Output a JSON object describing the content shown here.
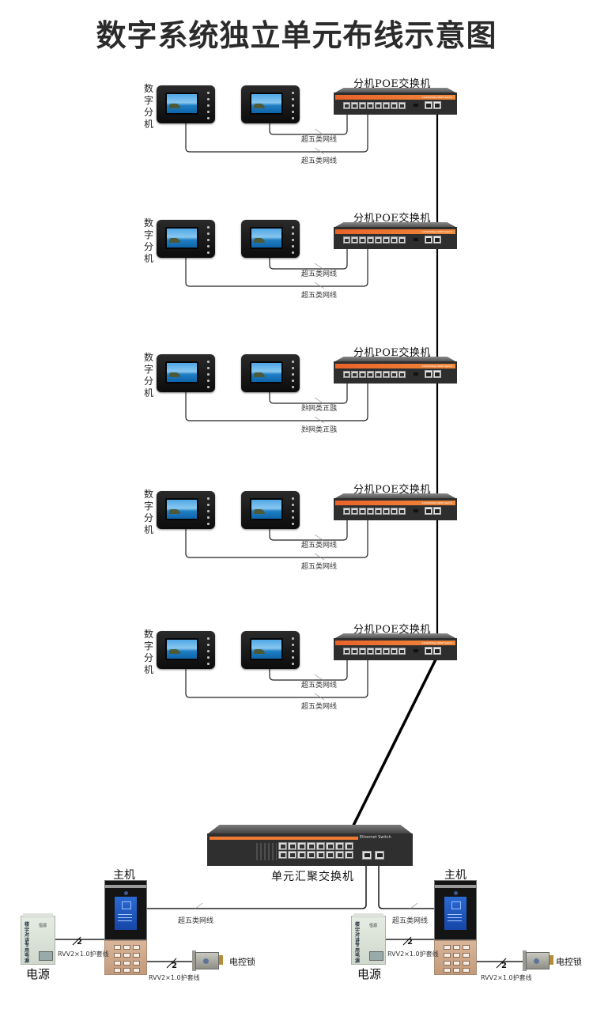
{
  "title": "数字系统独立单元布线示意图",
  "floors": [
    {
      "device_label": "数字分机",
      "switch_label": "分机POE交换机",
      "switch_brand": "10/100Mbps SPOE Switch",
      "cable_labels": [
        "超五类网线",
        "超五类网线"
      ],
      "mirrored_labels": false
    },
    {
      "device_label": "数字分机",
      "switch_label": "分机POE交换机",
      "switch_brand": "10/100Mbps SPOE Switch",
      "cable_labels": [
        "超五类网线",
        "超五类网线"
      ],
      "mirrored_labels": false
    },
    {
      "device_label": "数字分机",
      "switch_label": "分机POE交换机",
      "switch_brand": "10/100Mbps SPOE Switch",
      "cable_labels": [
        "超五类网线",
        "超五类网线"
      ],
      "mirrored_labels": true
    },
    {
      "device_label": "数字分机",
      "switch_label": "分机POE交换机",
      "switch_brand": "10/100Mbps SPOE Switch",
      "cable_labels": [
        "超五类网线",
        "超五类网线"
      ],
      "mirrored_labels": false
    },
    {
      "device_label": "数字分机",
      "switch_label": "分机POE交换机",
      "switch_brand": "10/100Mbps SPOE Switch",
      "cable_labels": [
        "超五类网线",
        "超五类网线"
      ],
      "mirrored_labels": false
    }
  ],
  "aggregation_switch": {
    "label": "单元汇聚交换机",
    "brand": "Ethernet Switch"
  },
  "door_stations": [
    {
      "label": "主机",
      "network_cable_label": "超五类网线",
      "power_supply": {
        "label": "电源",
        "panel_text": "楼宇对讲专用电源",
        "logo": "恒源"
      },
      "power_cable": {
        "count": "2",
        "spec": "RVV2×1.0护套线"
      },
      "lock": {
        "label": "电控锁"
      },
      "lock_cable": {
        "count": "2",
        "spec": "RVV2×1.0护套线"
      }
    },
    {
      "label": "主机",
      "network_cable_label": "超五类网线",
      "power_supply": {
        "label": "电源",
        "panel_text": "楼宇对讲专用电源",
        "logo": "恒源"
      },
      "power_cable": {
        "count": "2",
        "spec": "RVV2×1.0护套线"
      },
      "lock": {
        "label": "电控锁"
      },
      "lock_cable": {
        "count": "2",
        "spec": "RVV2×1.0护套线"
      }
    }
  ],
  "colors": {
    "switch_stripe": "#ee7a34",
    "device_body": "#141414",
    "wire": "#000000",
    "door_keypad": "#c9a284"
  }
}
